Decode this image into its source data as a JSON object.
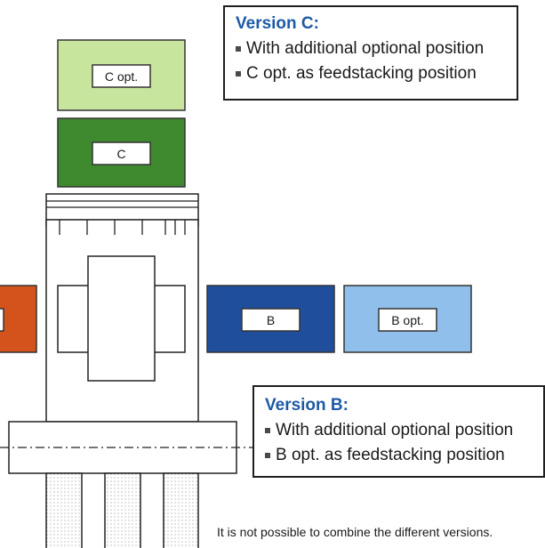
{
  "labels": {
    "c_opt": "C opt.",
    "c": "C",
    "b": "B",
    "b_opt": "B opt."
  },
  "version_c": {
    "title": "Version C:",
    "items": [
      "With additional optional position",
      "C opt. as feedstacking position"
    ]
  },
  "version_b": {
    "title": "Version B:",
    "items": [
      "With additional optional position",
      "B opt. as feedstacking position"
    ]
  },
  "footnote": "It is not possible to combine the different versions.",
  "colors": {
    "c_opt_fill": "#c8e59d",
    "c_fill": "#3f8a2f",
    "b_fill": "#1f4f9c",
    "b_opt_fill": "#8fbfea",
    "left_fill": "#d4531c",
    "callout_title": "#1d5aa6"
  }
}
